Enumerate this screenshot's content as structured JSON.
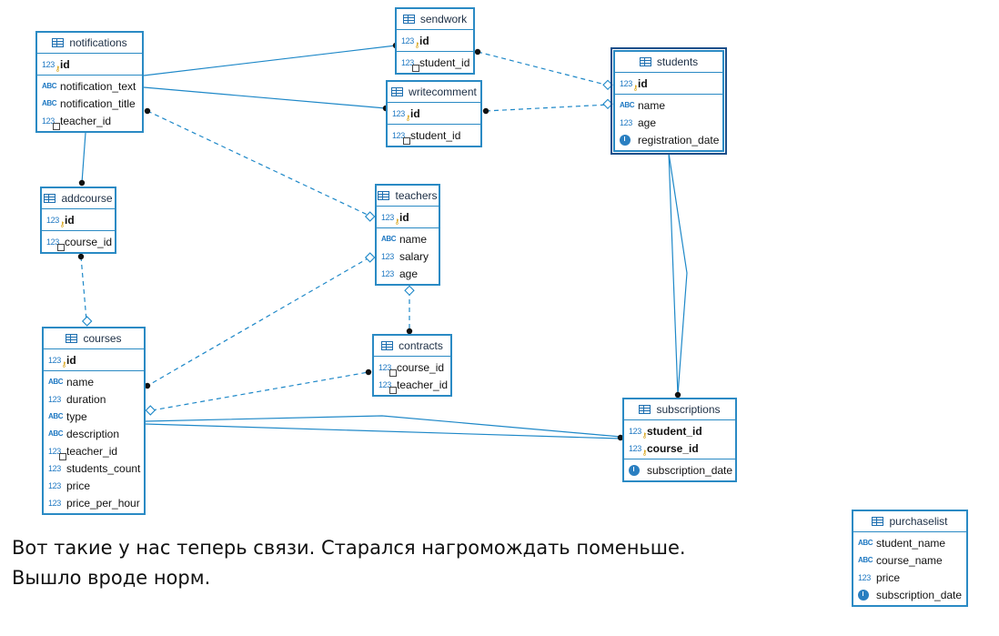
{
  "diagram": {
    "tables": [
      {
        "name": "notifications",
        "columns": [
          {
            "name": "id",
            "type": "123",
            "pk": true
          },
          {
            "name": "notification_text",
            "type": "ABC"
          },
          {
            "name": "notification_title",
            "type": "ABC"
          },
          {
            "name": "teacher_id",
            "type": "123",
            "fk": true
          }
        ]
      },
      {
        "name": "sendwork",
        "columns": [
          {
            "name": "id",
            "type": "123",
            "pk": true
          },
          {
            "name": "student_id",
            "type": "123",
            "fk": true
          }
        ]
      },
      {
        "name": "writecomment",
        "columns": [
          {
            "name": "id",
            "type": "123",
            "pk": true
          },
          {
            "name": "student_id",
            "type": "123",
            "fk": true
          }
        ]
      },
      {
        "name": "students",
        "columns": [
          {
            "name": "id",
            "type": "123",
            "pk": true
          },
          {
            "name": "name",
            "type": "ABC"
          },
          {
            "name": "age",
            "type": "123"
          },
          {
            "name": "registration_date",
            "type": "date"
          }
        ]
      },
      {
        "name": "addcourse",
        "columns": [
          {
            "name": "id",
            "type": "123",
            "pk": true
          },
          {
            "name": "course_id",
            "type": "123",
            "fk": true
          }
        ]
      },
      {
        "name": "teachers",
        "columns": [
          {
            "name": "id",
            "type": "123",
            "pk": true
          },
          {
            "name": "name",
            "type": "ABC"
          },
          {
            "name": "salary",
            "type": "123"
          },
          {
            "name": "age",
            "type": "123"
          }
        ]
      },
      {
        "name": "courses",
        "columns": [
          {
            "name": "id",
            "type": "123",
            "pk": true
          },
          {
            "name": "name",
            "type": "ABC"
          },
          {
            "name": "duration",
            "type": "123"
          },
          {
            "name": "type",
            "type": "ABC"
          },
          {
            "name": "description",
            "type": "ABC"
          },
          {
            "name": "teacher_id",
            "type": "123",
            "fk": true
          },
          {
            "name": "students_count",
            "type": "123"
          },
          {
            "name": "price",
            "type": "123"
          },
          {
            "name": "price_per_hour",
            "type": "123"
          }
        ]
      },
      {
        "name": "contracts",
        "columns": [
          {
            "name": "course_id",
            "type": "123",
            "fk": true
          },
          {
            "name": "teacher_id",
            "type": "123",
            "fk": true
          }
        ]
      },
      {
        "name": "subscriptions",
        "columns": [
          {
            "name": "student_id",
            "type": "123",
            "pk": true,
            "fk": true
          },
          {
            "name": "course_id",
            "type": "123",
            "pk": true,
            "fk": true
          },
          {
            "name": "subscription_date",
            "type": "date"
          }
        ]
      },
      {
        "name": "purchaselist",
        "columns": [
          {
            "name": "student_name",
            "type": "ABC"
          },
          {
            "name": "course_name",
            "type": "ABC"
          },
          {
            "name": "price",
            "type": "123"
          },
          {
            "name": "subscription_date",
            "type": "date"
          }
        ]
      }
    ],
    "relations": [
      {
        "from": "notifications",
        "to": "sendwork",
        "style": "solid"
      },
      {
        "from": "notifications",
        "to": "writecomment",
        "style": "solid"
      },
      {
        "from": "notifications",
        "to": "teachers",
        "style": "dashed"
      },
      {
        "from": "notifications",
        "to": "addcourse",
        "style": "solid"
      },
      {
        "from": "sendwork",
        "to": "students",
        "style": "dashed"
      },
      {
        "from": "writecomment",
        "to": "students",
        "style": "dashed"
      },
      {
        "from": "students",
        "to": "subscriptions",
        "style": "solid"
      },
      {
        "from": "addcourse",
        "to": "courses",
        "style": "dashed"
      },
      {
        "from": "teachers",
        "to": "courses",
        "style": "dashed"
      },
      {
        "from": "teachers",
        "to": "contracts",
        "style": "dashed"
      },
      {
        "from": "courses",
        "to": "contracts",
        "style": "dashed"
      },
      {
        "from": "courses",
        "to": "subscriptions",
        "style": "solid"
      }
    ],
    "colors": {
      "border": "#2a8ac4",
      "line": "#1e88c8",
      "icon": "#1e78c2"
    }
  },
  "caption": {
    "line1": "Вот такие у нас теперь связи. Старался нагромождать поменьше.",
    "line2": "Вышло вроде норм."
  }
}
